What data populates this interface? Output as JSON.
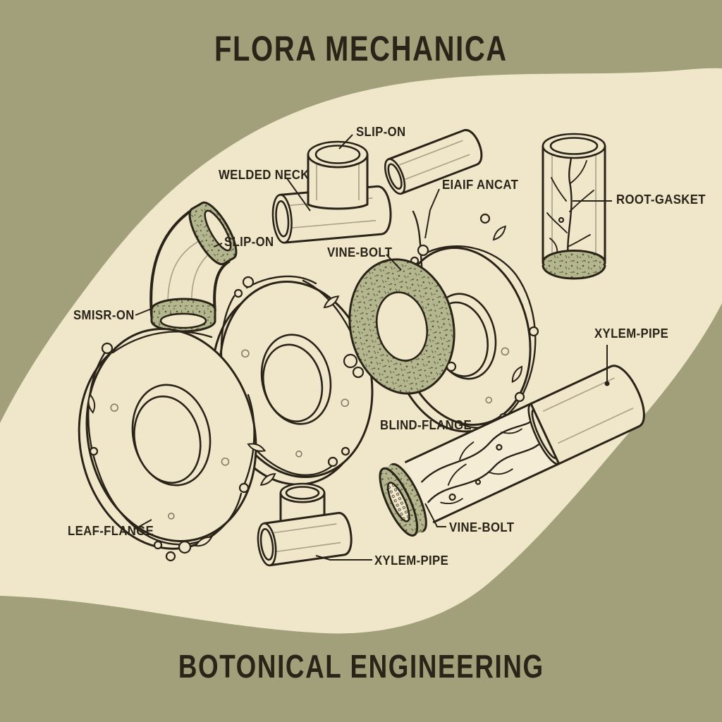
{
  "poster": {
    "title": "FLORA MECHANICA",
    "subtitle": "BOTONICAL ENGINEERING",
    "colors": {
      "background_olive": "#a1a07b",
      "paper_cream": "#f0e7cb",
      "ink": "#2a2318",
      "gasket_green": "#b4b68d",
      "speckle_dark": "#55523b"
    },
    "labels": [
      {
        "id": "slip-on-tee",
        "text": "SLIP-ON"
      },
      {
        "id": "welded-neck",
        "text": "WELDED NECK"
      },
      {
        "id": "leaf-angat",
        "text": "EIAIF ANCAT"
      },
      {
        "id": "root-gasket",
        "text": "ROOT-GASKET"
      },
      {
        "id": "slip-on-elbow",
        "text": "SLIP-ON"
      },
      {
        "id": "vine-bolt-gasket",
        "text": "VINE-BOLT"
      },
      {
        "id": "smish-on",
        "text": "SMISR-ON"
      },
      {
        "id": "xylem-pipe-right",
        "text": "XYLEM-PIPE"
      },
      {
        "id": "blind-flange",
        "text": "BLIND-FLANGE"
      },
      {
        "id": "leaf-flange",
        "text": "LEAF-FLANGE"
      },
      {
        "id": "vine-bolt-pipe",
        "text": "VINE-BOLT"
      },
      {
        "id": "xylem-pipe-bottom",
        "text": "XYLEM-PIPE"
      }
    ]
  }
}
